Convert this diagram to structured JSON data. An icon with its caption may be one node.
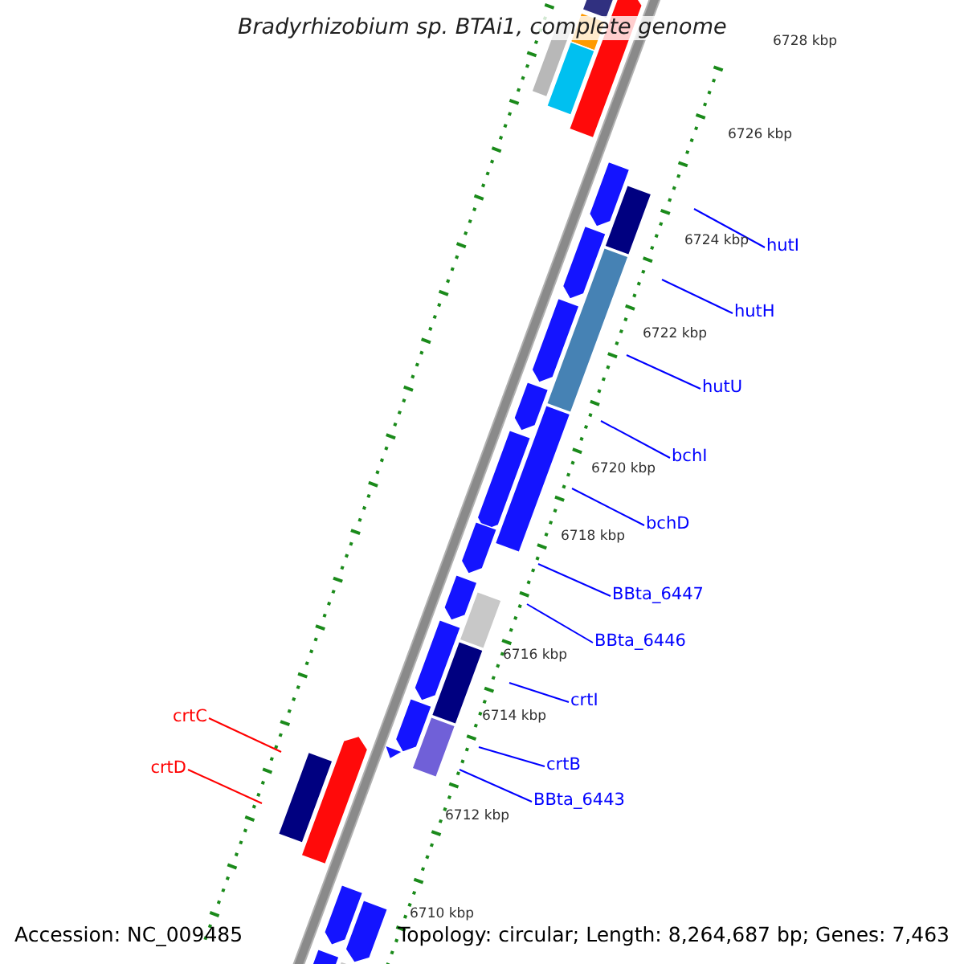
{
  "diagram": {
    "title": "Bradyrhizobium sp. BTAi1, complete genome",
    "nodes": [
      {
        "text": [
          "hutI"
        ]
      },
      {
        "text": [
          "hutH"
        ]
      },
      {
        "text": [
          "hutU"
        ]
      },
      {
        "text": [
          "bchI"
        ]
      },
      {
        "text": [
          "bchD"
        ]
      },
      {
        "text": [
          "BBta_6447"
        ]
      },
      {
        "text": [
          "BBta_6446"
        ]
      },
      {
        "text": [
          "crtI"
        ]
      },
      {
        "text": [
          "crtB"
        ]
      },
      {
        "text": [
          "BBta_6443"
        ]
      },
      {
        "text": [
          "crtC"
        ]
      },
      {
        "text": [
          "crtD"
        ]
      }
    ],
    "edges": [
      {
        "from": 0,
        "to": null,
        "arrow": "none"
      },
      {
        "from": 1,
        "to": null,
        "arrow": "none"
      },
      {
        "from": 2,
        "to": null,
        "arrow": "none"
      },
      {
        "from": 3,
        "to": null,
        "arrow": "none"
      },
      {
        "from": 4,
        "to": null,
        "arrow": "none"
      },
      {
        "from": 5,
        "to": null,
        "arrow": "none"
      },
      {
        "from": 6,
        "to": null,
        "arrow": "none"
      },
      {
        "from": 7,
        "to": null,
        "arrow": "none"
      },
      {
        "from": 8,
        "to": null,
        "arrow": "none"
      },
      {
        "from": 9,
        "to": null,
        "arrow": "none"
      },
      {
        "from": 10,
        "to": null,
        "arrow": "none",
        "color": "#ff0000"
      },
      {
        "from": 11,
        "to": null,
        "arrow": "none",
        "color": "#ff0000"
      }
    ],
    "labels": [
      "6728 kbp",
      "6726 kbp",
      "6724 kbp",
      "6722 kbp",
      "6720 kbp",
      "6718 kbp",
      "6716 kbp",
      "6714 kbp",
      "6712 kbp",
      "6710 kbp",
      "Accession: NC_009485",
      "Topology: circular; Length: 8,264,687 bp; Genes: 7,463"
    ]
  }
}
